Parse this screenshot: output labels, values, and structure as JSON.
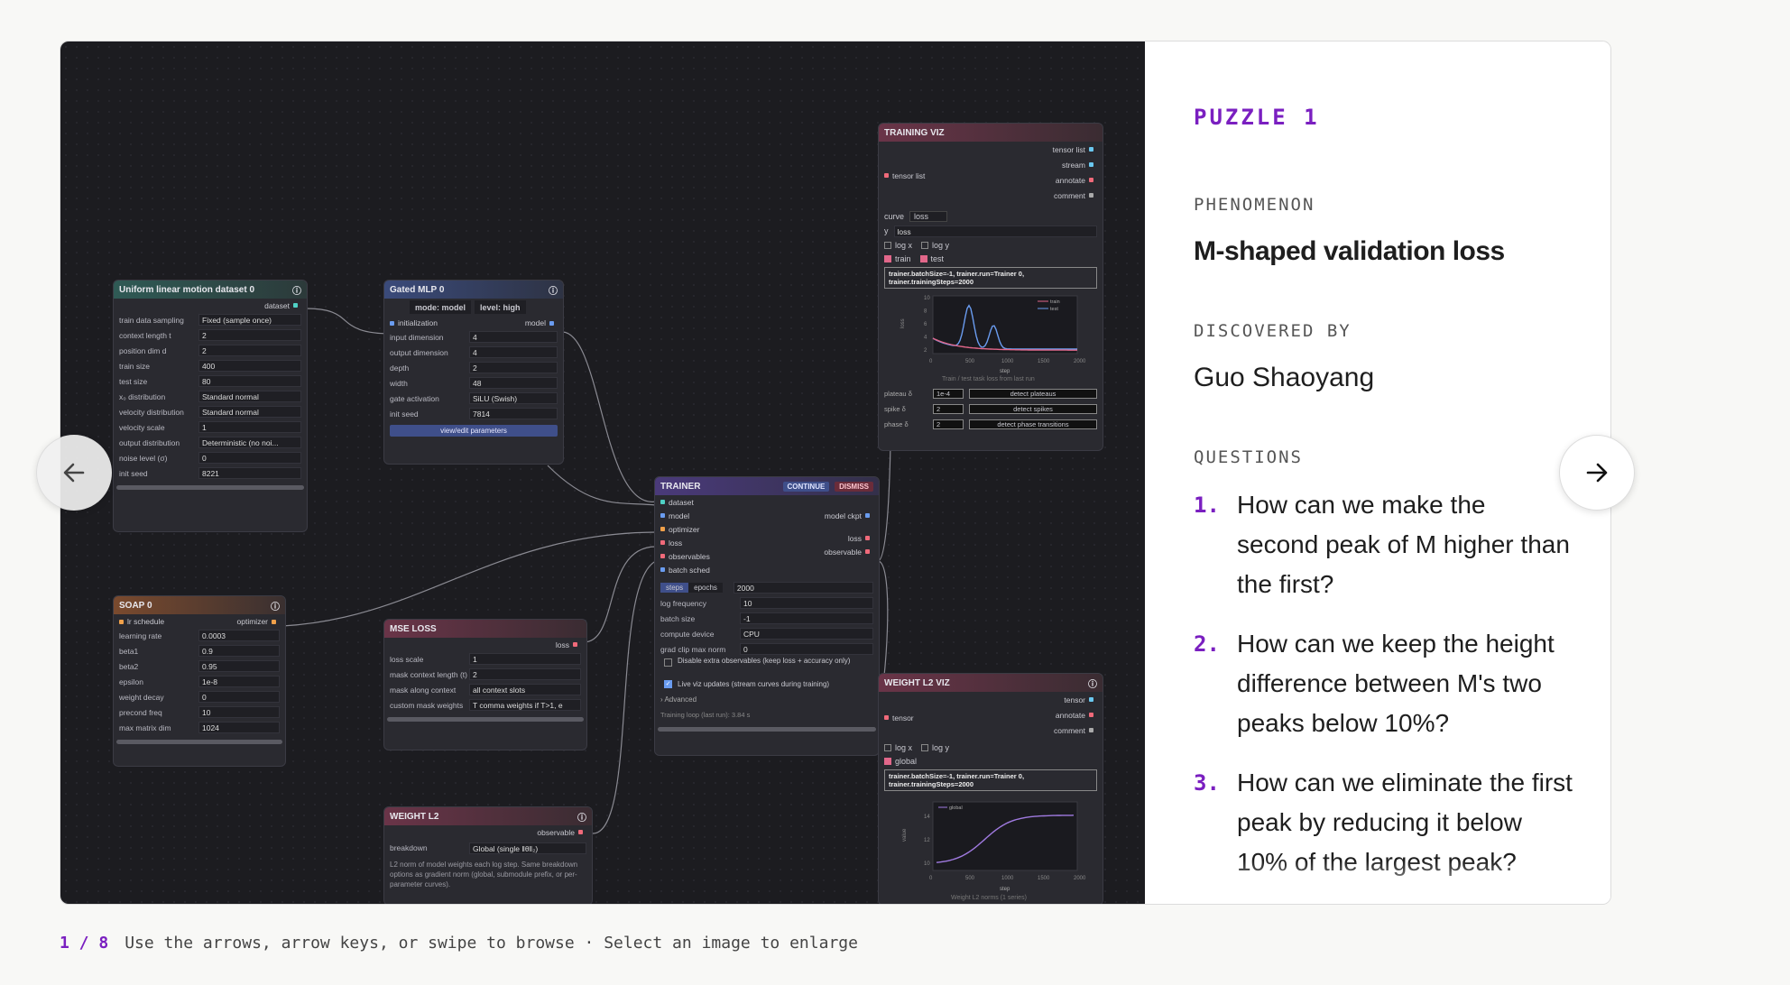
{
  "panel": {
    "puzzle_title": "PUZZLE 1",
    "phenomenon_label": "PHENOMENON",
    "phenomenon": "M-shaped validation loss",
    "discovered_label": "DISCOVERED BY",
    "discovered_by": "Guo Shaoyang",
    "questions_label": "QUESTIONS",
    "questions": [
      {
        "num": "1.",
        "text": "How can we make the second peak of M higher than the first?"
      },
      {
        "num": "2.",
        "text": "How can we keep the height difference between M's two peaks below 10%?"
      },
      {
        "num": "3.",
        "text": "How can we eliminate the first peak by reducing it below 10% of the largest peak?"
      }
    ]
  },
  "footer": {
    "counter": "1 / 8",
    "hint": "Use the arrows, arrow keys, or swipe to browse · Select an image to enlarge"
  },
  "nav": {
    "prev_icon": "arrow-left-icon",
    "next_icon": "arrow-right-icon"
  },
  "nodes": {
    "dataset": {
      "title": "Uniform linear motion dataset 0",
      "out_port": "dataset",
      "rows": [
        {
          "k": "train data sampling",
          "v": "Fixed (sample once)"
        },
        {
          "k": "context length t",
          "v": "2"
        },
        {
          "k": "position dim d",
          "v": "2"
        },
        {
          "k": "train size",
          "v": "400"
        },
        {
          "k": "test size",
          "v": "80"
        },
        {
          "k": "x₀ distribution",
          "v": "Standard normal"
        },
        {
          "k": "velocity distribution",
          "v": "Standard normal"
        },
        {
          "k": "velocity scale",
          "v": "1"
        },
        {
          "k": "output distribution",
          "v": "Deterministic (no noi..."
        },
        {
          "k": "noise level (σ)",
          "v": "0"
        },
        {
          "k": "init seed",
          "v": "8221"
        }
      ]
    },
    "mlp": {
      "title": "Gated MLP 0",
      "mode": "mode: model",
      "level": "level: high",
      "in_port": "initialization",
      "out_port": "model",
      "rows": [
        {
          "k": "input dimension",
          "v": "4"
        },
        {
          "k": "output dimension",
          "v": "4"
        },
        {
          "k": "depth",
          "v": "2"
        },
        {
          "k": "width",
          "v": "48"
        },
        {
          "k": "gate activation",
          "v": "SiLU (Swish)"
        },
        {
          "k": "init seed",
          "v": "7814"
        }
      ],
      "button": "view/edit parameters"
    },
    "soap": {
      "title": "SOAP 0",
      "in_port": "lr schedule",
      "out_port": "optimizer",
      "rows": [
        {
          "k": "learning rate",
          "v": "0.0003"
        },
        {
          "k": "beta1",
          "v": "0.9"
        },
        {
          "k": "beta2",
          "v": "0.95"
        },
        {
          "k": "epsilon",
          "v": "1e-8"
        },
        {
          "k": "weight decay",
          "v": "0"
        },
        {
          "k": "precond freq",
          "v": "10"
        },
        {
          "k": "max matrix dim",
          "v": "1024"
        }
      ]
    },
    "mse": {
      "title": "MSE LOSS",
      "out_port": "loss",
      "rows": [
        {
          "k": "loss scale",
          "v": "1"
        },
        {
          "k": "mask context length (t)",
          "v": "2"
        },
        {
          "k": "mask along context",
          "v": "all context slots"
        },
        {
          "k": "custom mask weights",
          "v": "T comma weights if T>1, e"
        }
      ]
    },
    "wl2": {
      "title": "WEIGHT L2",
      "out_port": "observable",
      "breakdown_label": "breakdown",
      "breakdown": "Global (single ‖θ‖₂)",
      "desc": "L2 norm of model weights each log step. Same breakdown options as gradient norm (global, submodule prefix, or per-parameter curves)."
    },
    "trainer": {
      "title": "TRAINER",
      "continue": "CONTINUE",
      "dismiss": "DISMISS",
      "in_ports": [
        "dataset",
        "model",
        "optimizer",
        "loss",
        "observables",
        "batch sched"
      ],
      "out_ports": [
        "model ckpt",
        "loss",
        "observable"
      ],
      "tab_steps": "steps",
      "tab_epochs": "epochs",
      "steps_value": "2000",
      "rows": [
        {
          "k": "log frequency",
          "v": "10"
        },
        {
          "k": "batch size",
          "v": "-1"
        },
        {
          "k": "compute device",
          "v": "CPU"
        },
        {
          "k": "grad clip max norm",
          "v": "0"
        }
      ],
      "check1": "Disable extra observables (keep loss + accuracy only)",
      "check2": "Live viz updates (stream curves during training)",
      "advanced": "› Advanced",
      "status": "Training loop (last run): 3.84 s"
    },
    "tviz": {
      "title": "TRAINING VIZ",
      "out_ports": [
        "tensor list",
        "stream",
        "annotate",
        "comment"
      ],
      "in_port": "tensor list",
      "curve_label": "curve",
      "curve_value": "loss",
      "y_label": "y",
      "y_value": "loss",
      "logx": "log x",
      "logy": "log y",
      "train": "train",
      "test": "test",
      "run_info": "trainer.batchSize=-1, trainer.run=Trainer 0, trainer.trainingSteps=2000",
      "caption": "Train / test task loss from last run",
      "xaxis": "step",
      "yaxis": "loss",
      "legend_train": "train",
      "legend_test": "test",
      "xticks": [
        "0",
        "500",
        "1000",
        "1500",
        "2000"
      ],
      "yticks": [
        "10",
        "8",
        "6",
        "4",
        "2"
      ],
      "detect": [
        {
          "k": "plateau δ",
          "v": "1e-4",
          "btn": "detect plateaus"
        },
        {
          "k": "spike δ",
          "v": "2",
          "btn": "detect spikes"
        },
        {
          "k": "phase δ",
          "v": "2",
          "btn": "detect phase transitions"
        }
      ]
    },
    "wviz": {
      "title": "WEIGHT L2 VIZ",
      "out_ports": [
        "tensor",
        "annotate",
        "comment"
      ],
      "in_port": "tensor",
      "logx": "log x",
      "logy": "log y",
      "global": "global",
      "run_info": "trainer.batchSize=-1, trainer.run=Trainer 0, trainer.trainingSteps=2000",
      "legend": "global",
      "xaxis": "step",
      "yaxis": "value",
      "caption": "Weight L2 norms (1 series)",
      "xticks": [
        "0",
        "500",
        "1000",
        "1500",
        "2000"
      ],
      "yticks": [
        "14",
        "12",
        "10"
      ]
    }
  },
  "colors": {
    "accent": "#7a1fc0",
    "train_line": "#e2678a",
    "test_line": "#6a9cf0",
    "global_line": "#a07ae0"
  }
}
